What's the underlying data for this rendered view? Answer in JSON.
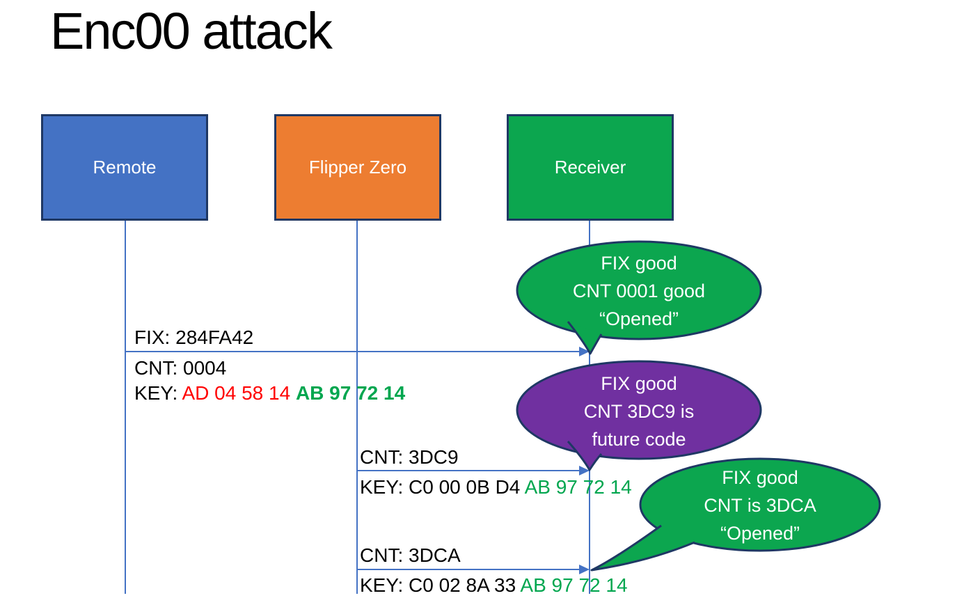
{
  "title": "Enc00 attack",
  "colors": {
    "remote_box": "#4472C4",
    "flipper_box": "#ED7D31",
    "receiver_box": "#0CA64F",
    "bubble_green": "#0CA64F",
    "bubble_purple": "#7030A0",
    "shape_outline": "#1F3864",
    "connector_blue": "#4472C4",
    "key_changing_red": "#FF0000",
    "key_fixed_green": "#00A64F",
    "text_white": "#FFFFFF"
  },
  "actors": [
    {
      "label": "Remote"
    },
    {
      "label": "Flipper Zero"
    },
    {
      "label": "Receiver"
    }
  ],
  "messages": [
    {
      "from": "Remote",
      "to": "Receiver",
      "above": "FIX: 284FA42",
      "below": [
        {
          "segments": [
            {
              "t": "CNT: 0004"
            }
          ]
        },
        {
          "segments": [
            {
              "t": "KEY: "
            },
            {
              "t": "AD 04 58 14 "
            },
            {
              "t": "AB 97 72 14"
            }
          ]
        }
      ]
    },
    {
      "from": "Flipper Zero",
      "to": "Receiver",
      "above": "CNT: 3DC9",
      "below": [
        {
          "segments": [
            {
              "t": "KEY: C0 00 0B D4 "
            },
            {
              "t": "AB 97 72 14"
            }
          ]
        }
      ]
    },
    {
      "from": "Flipper Zero",
      "to": "Receiver",
      "above": "CNT: 3DCA",
      "below": [
        {
          "segments": [
            {
              "t": "KEY: C0 02 8A 33 "
            },
            {
              "t": "AB 97 72 14"
            }
          ]
        }
      ]
    }
  ],
  "bubbles": [
    {
      "color": "green",
      "lines": [
        "FIX good",
        "CNT 0001 good",
        "“Opened”"
      ]
    },
    {
      "color": "purple",
      "lines": [
        "FIX good",
        "CNT 3DC9 is",
        "future code"
      ]
    },
    {
      "color": "green",
      "lines": [
        "FIX good",
        "CNT is 3DCA",
        "“Opened”"
      ]
    }
  ]
}
